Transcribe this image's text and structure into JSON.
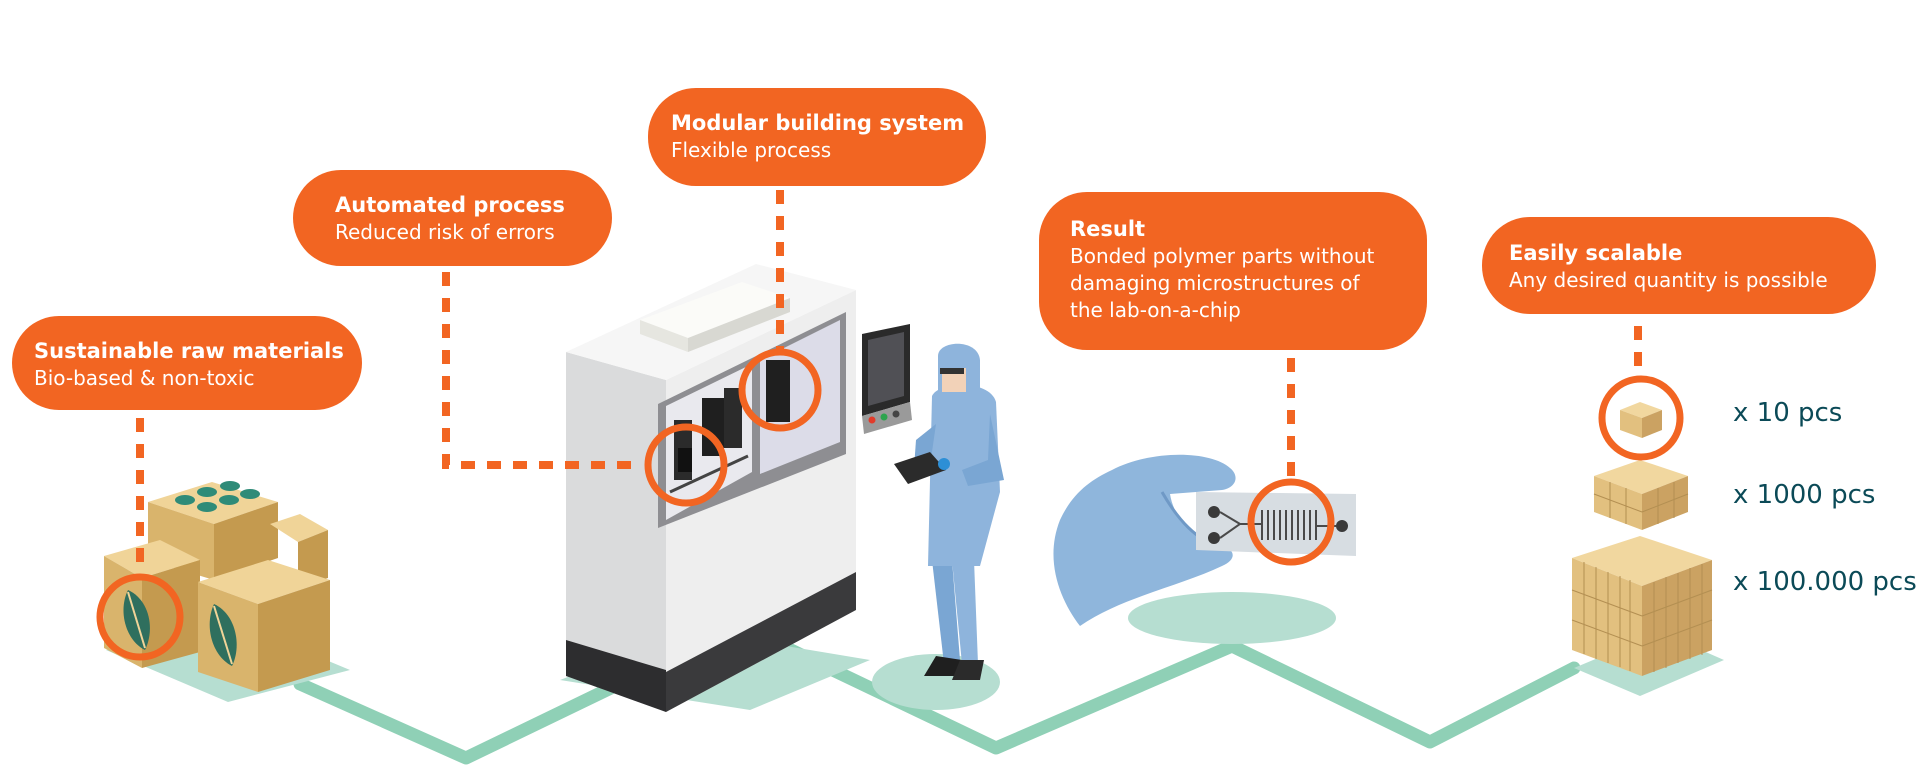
{
  "colors": {
    "accent": "#f26522",
    "path": "#8fd0b6",
    "shadow": "#b6ded1",
    "glove": "#8fb6dc",
    "box": "#e2c07f",
    "leaf": "#2f6f5e",
    "text_dark": "#0b4a57"
  },
  "callouts": {
    "raw_materials": {
      "title": "Sustainable raw materials",
      "subtitle": "Bio-based & non-toxic"
    },
    "automated": {
      "title": "Automated process",
      "subtitle": "Reduced risk of errors"
    },
    "modular": {
      "title": "Modular building system",
      "subtitle": "Flexible process"
    },
    "result": {
      "title": "Result",
      "lines": [
        "Bonded polymer parts without",
        "damaging microstructures of",
        "the lab-on-a-chip"
      ]
    },
    "scalable": {
      "title": "Easily scalable",
      "subtitle": "Any desired quantity is possible"
    }
  },
  "quantities": [
    "x 10 pcs",
    "x 1000 pcs",
    "x 100.000 pcs"
  ],
  "icons": [
    "leaf-icon",
    "machine-illustration",
    "worker-illustration",
    "glove-hand-illustration",
    "microfluidic-chip-illustration",
    "cardboard-box-icon"
  ]
}
